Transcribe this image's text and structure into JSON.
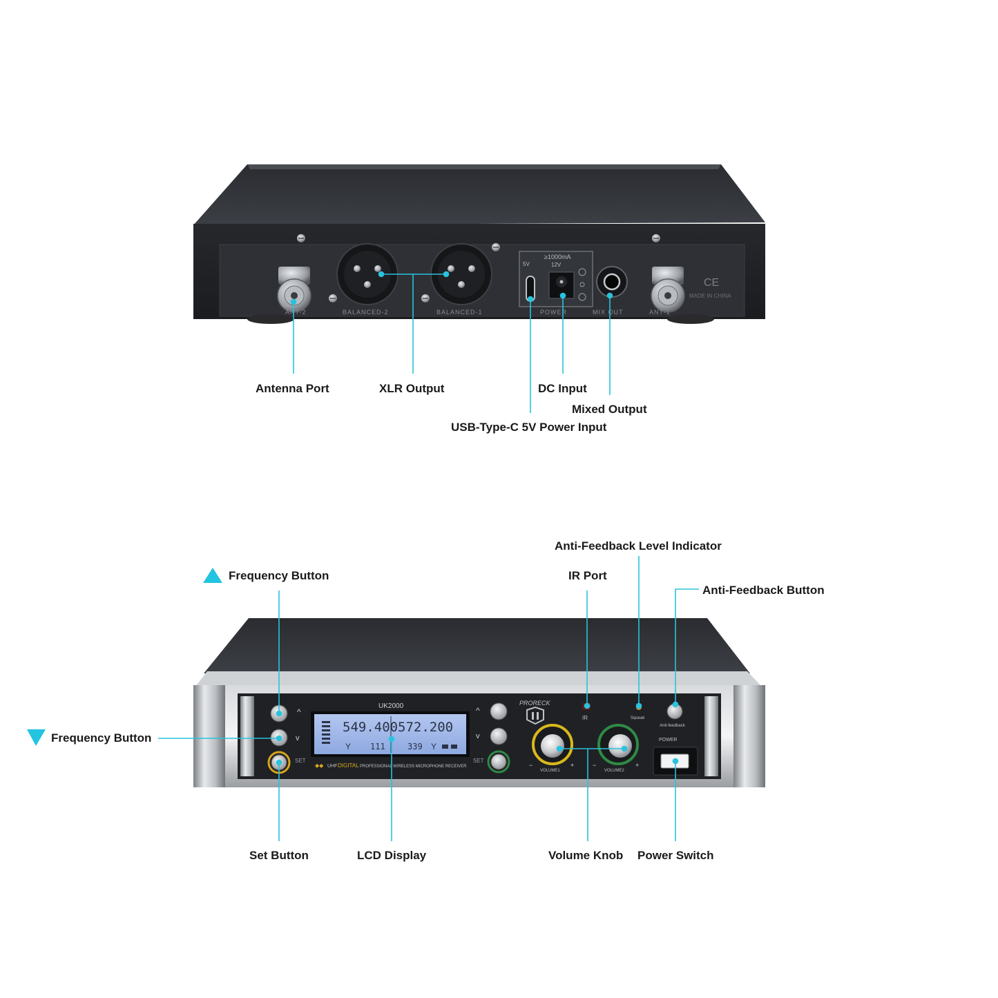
{
  "rear_panel": {
    "port_labels": {
      "ant2": "ANT-2",
      "balanced2": "BALANCED-2",
      "balanced1": "BALANCED-1",
      "power": "POWER",
      "mix_out": "MIX OUT",
      "ant1": "ANT-1",
      "five_v": "5V",
      "current": "≥1000mA",
      "twelve_v": "12V",
      "made_in": "MADE IN CHINA",
      "ce": "CE"
    },
    "callouts": {
      "antenna_port": "Antenna Port",
      "xlr_output": "XLR Output",
      "dc_input": "DC Input",
      "mixed_output": "Mixed Output",
      "usb_c_input": "USB-Type-C 5V Power Input"
    }
  },
  "front_panel": {
    "model": "UK2000",
    "brand": "PRORECK",
    "lcd": {
      "freq_left": "549.400",
      "freq_right": "572.200",
      "ch_left": "111",
      "ch_right": "339"
    },
    "printed": {
      "set_left": "SET",
      "set_right": "SET",
      "tagline_prefix": "UHF",
      "tagline_digital": "DIGITAL",
      "tagline_rest": "PROFESSIONAL WIRELESS MICROPHONE RECEIVER",
      "ir": "IR",
      "squeak": "Squeak",
      "anti_feedback": "Anti-feedback",
      "power": "POWER",
      "volume1": "VOLUME1",
      "volume2": "VOLUME2"
    },
    "callouts": {
      "anti_feedback_indicator": "Anti-Feedback Level Indicator",
      "frequency_up": "Frequency Button",
      "ir_port": "IR Port",
      "anti_feedback_button": "Anti-Feedback Button",
      "frequency_down": "Frequency Button",
      "set_button": "Set Button",
      "lcd_display": "LCD Display",
      "volume_knob": "Volume Knob",
      "power_switch": "Power Switch"
    }
  },
  "colors": {
    "callout_line": "#29c3dd",
    "triangle": "#22c4e0",
    "device_dark": "#2b2d31",
    "lcd_blue": "#9fb8ea"
  }
}
